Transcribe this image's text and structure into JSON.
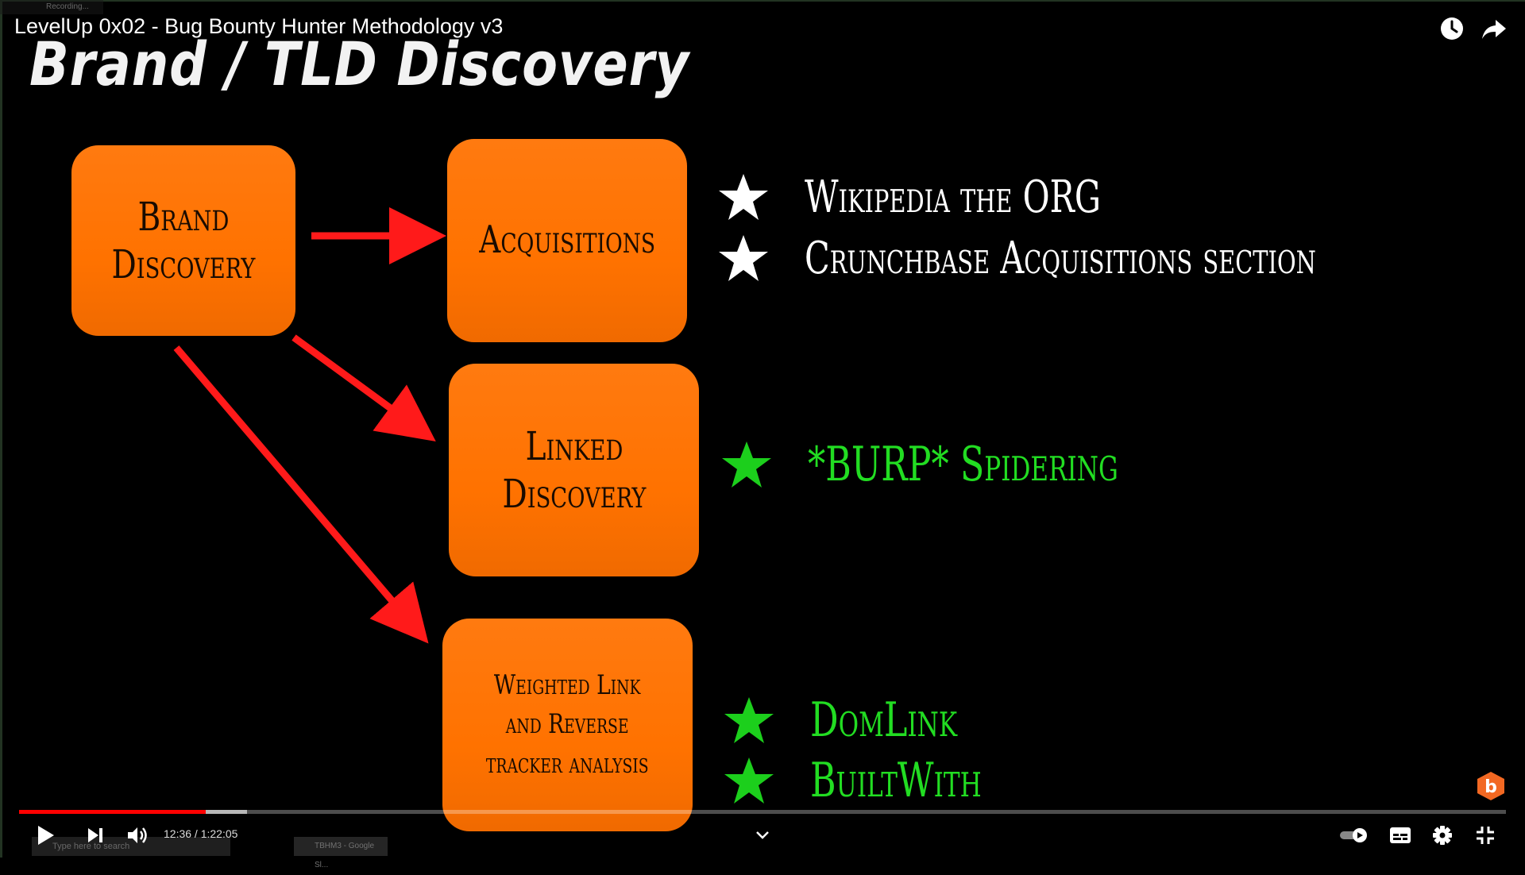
{
  "player": {
    "video_title": "LevelUp 0x02 - Bug Bounty Hunter Methodology v3",
    "time_display": "12:36 / 1:22:05",
    "progress_played": 0.1257,
    "progress_buffered": 0.1532,
    "icons": {
      "watch_later": "clock-icon",
      "share": "share-icon",
      "play": "play-icon",
      "next": "next-icon",
      "volume": "volume-icon",
      "chevron": "chevron-down-icon",
      "autoplay": "autoplay-toggle-icon",
      "subtitles": "subtitles-icon",
      "settings": "gear-icon",
      "fullscreen_exit": "exit-fullscreen-icon"
    },
    "colors": {
      "progress": "#ff0000",
      "box_orange": "#ff7200",
      "arrow_red": "#ff1a1a",
      "green": "#22dd22"
    }
  },
  "slide": {
    "title": "Brand / TLD Discovery",
    "boxes": {
      "brand": [
        "Brand",
        "Discovery"
      ],
      "acquisitions": [
        "Acquisitions"
      ],
      "linked": [
        "Linked",
        "Discovery"
      ],
      "weighted": [
        "Weighted Link",
        "and Reverse",
        "tracker analysis"
      ]
    },
    "bullets": [
      {
        "text": "Wikipedia the ORG",
        "star_color": "white"
      },
      {
        "text": "Crunchbase Acquisitions section",
        "star_color": "white"
      },
      {
        "text": "*BURP* Spidering",
        "star_color": "green"
      },
      {
        "text": "DomLink",
        "star_color": "green"
      },
      {
        "text": "BuiltWith",
        "star_color": "green"
      }
    ],
    "logo_letter": "b"
  },
  "background_overlay": {
    "recording_label": "Recording...",
    "taskbar_search": "Type here to search",
    "taskbar_tab": "TBHM3 - Google Sl..."
  }
}
